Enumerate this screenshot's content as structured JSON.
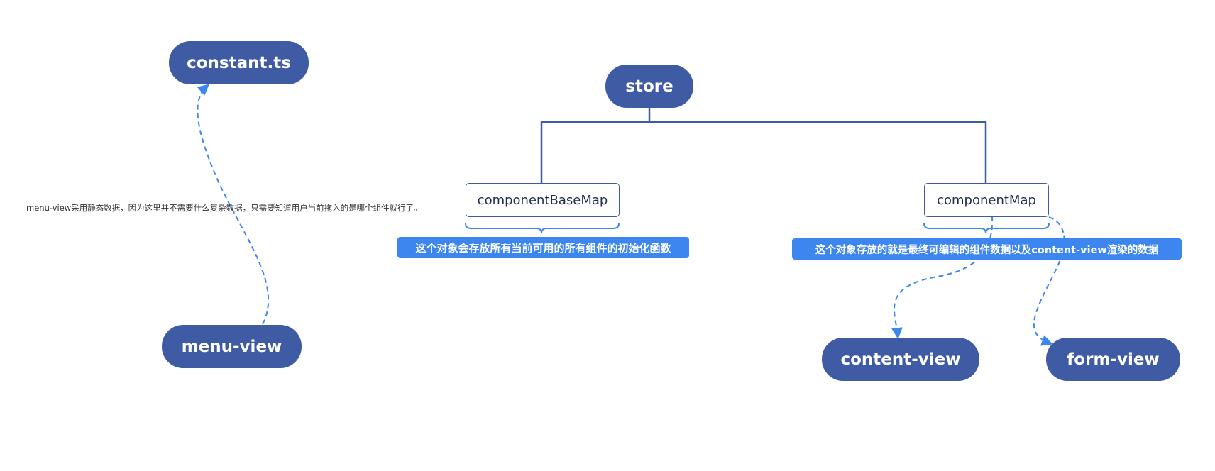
{
  "colors": {
    "node_fill": "#3f5ba4",
    "tag_fill": "#3d86f0",
    "tree_line": "#3f5ba4",
    "dashed_arrow": "#3d86f0"
  },
  "nodes": {
    "constant_ts": "constant.ts",
    "store": "store",
    "menu_view": "menu-view",
    "content_view": "content-view",
    "form_view": "form-view"
  },
  "boxes": {
    "component_base_map": "componentBaseMap",
    "component_map": "componentMap"
  },
  "tags": {
    "component_base_map_desc": "这个对象会存放所有当前可用的所有组件的初始化函数",
    "component_map_desc": "这个对象存放的就是最终可编辑的组件数据以及content-view渲染的数据"
  },
  "notes": {
    "menu_view_note": "menu-view采用静态数据，因为这里并不需要什么复杂数据，只需要知道用户当前拖入的是哪个组件就行了。"
  }
}
